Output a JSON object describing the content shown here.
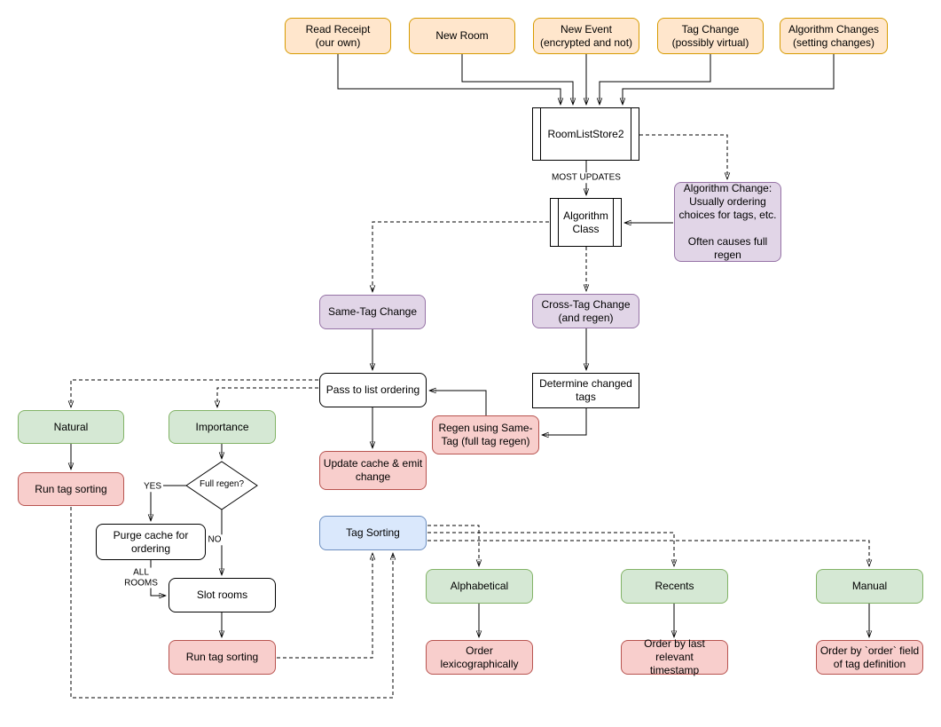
{
  "nodes": {
    "read_receipt": "Read Receipt\n(our own)",
    "new_room": "New Room",
    "new_event": "New Event\n(encrypted and not)",
    "tag_change": "Tag Change\n(possibly virtual)",
    "algorithm_changes": "Algorithm Changes\n(setting changes)",
    "room_list_store2": "RoomListStore2",
    "algorithm_class": "Algorithm\nClass",
    "algorithm_change_note": "Algorithm Change:\nUsually ordering\nchoices for tags, etc.\n\nOften causes full\nregen",
    "same_tag_change": "Same-Tag Change",
    "cross_tag_change": "Cross-Tag Change\n(and regen)",
    "pass_to_list_ordering": "Pass to list ordering",
    "determine_changed_tags": "Determine changed\ntags",
    "regen_using_same_tag": "Regen using Same-\nTag (full tag regen)",
    "update_cache_emit": "Update cache & emit\nchange",
    "natural": "Natural",
    "importance": "Importance",
    "run_tag_sorting_left": "Run tag sorting",
    "full_regen_decision": "Full regen?",
    "purge_cache": "Purge cache for\nordering",
    "slot_rooms": "Slot rooms",
    "run_tag_sorting_bottom": "Run tag sorting",
    "tag_sorting": "Tag Sorting",
    "alphabetical": "Alphabetical",
    "recents": "Recents",
    "manual": "Manual",
    "order_lexicographically": "Order\nlexicographically",
    "order_by_timestamp": "Order by last relevant\ntimestamp",
    "order_by_order_field": "Order by `order` field\nof tag definition"
  },
  "edge_labels": {
    "most_updates": "MOST UPDATES",
    "yes": "YES",
    "no": "NO",
    "all_rooms": "ALL\nROOMS"
  },
  "colors": {
    "orange_fill": "#ffe6cc",
    "orange_stroke": "#d79b00",
    "purple_fill": "#e1d5e7",
    "purple_stroke": "#9673a6",
    "green_fill": "#d5e8d4",
    "green_stroke": "#82b366",
    "red_fill": "#f8cecc",
    "red_stroke": "#b85450",
    "blue_fill": "#dae8fc",
    "blue_stroke": "#6c8ebf",
    "white_fill": "#ffffff",
    "black_stroke": "#000000"
  }
}
